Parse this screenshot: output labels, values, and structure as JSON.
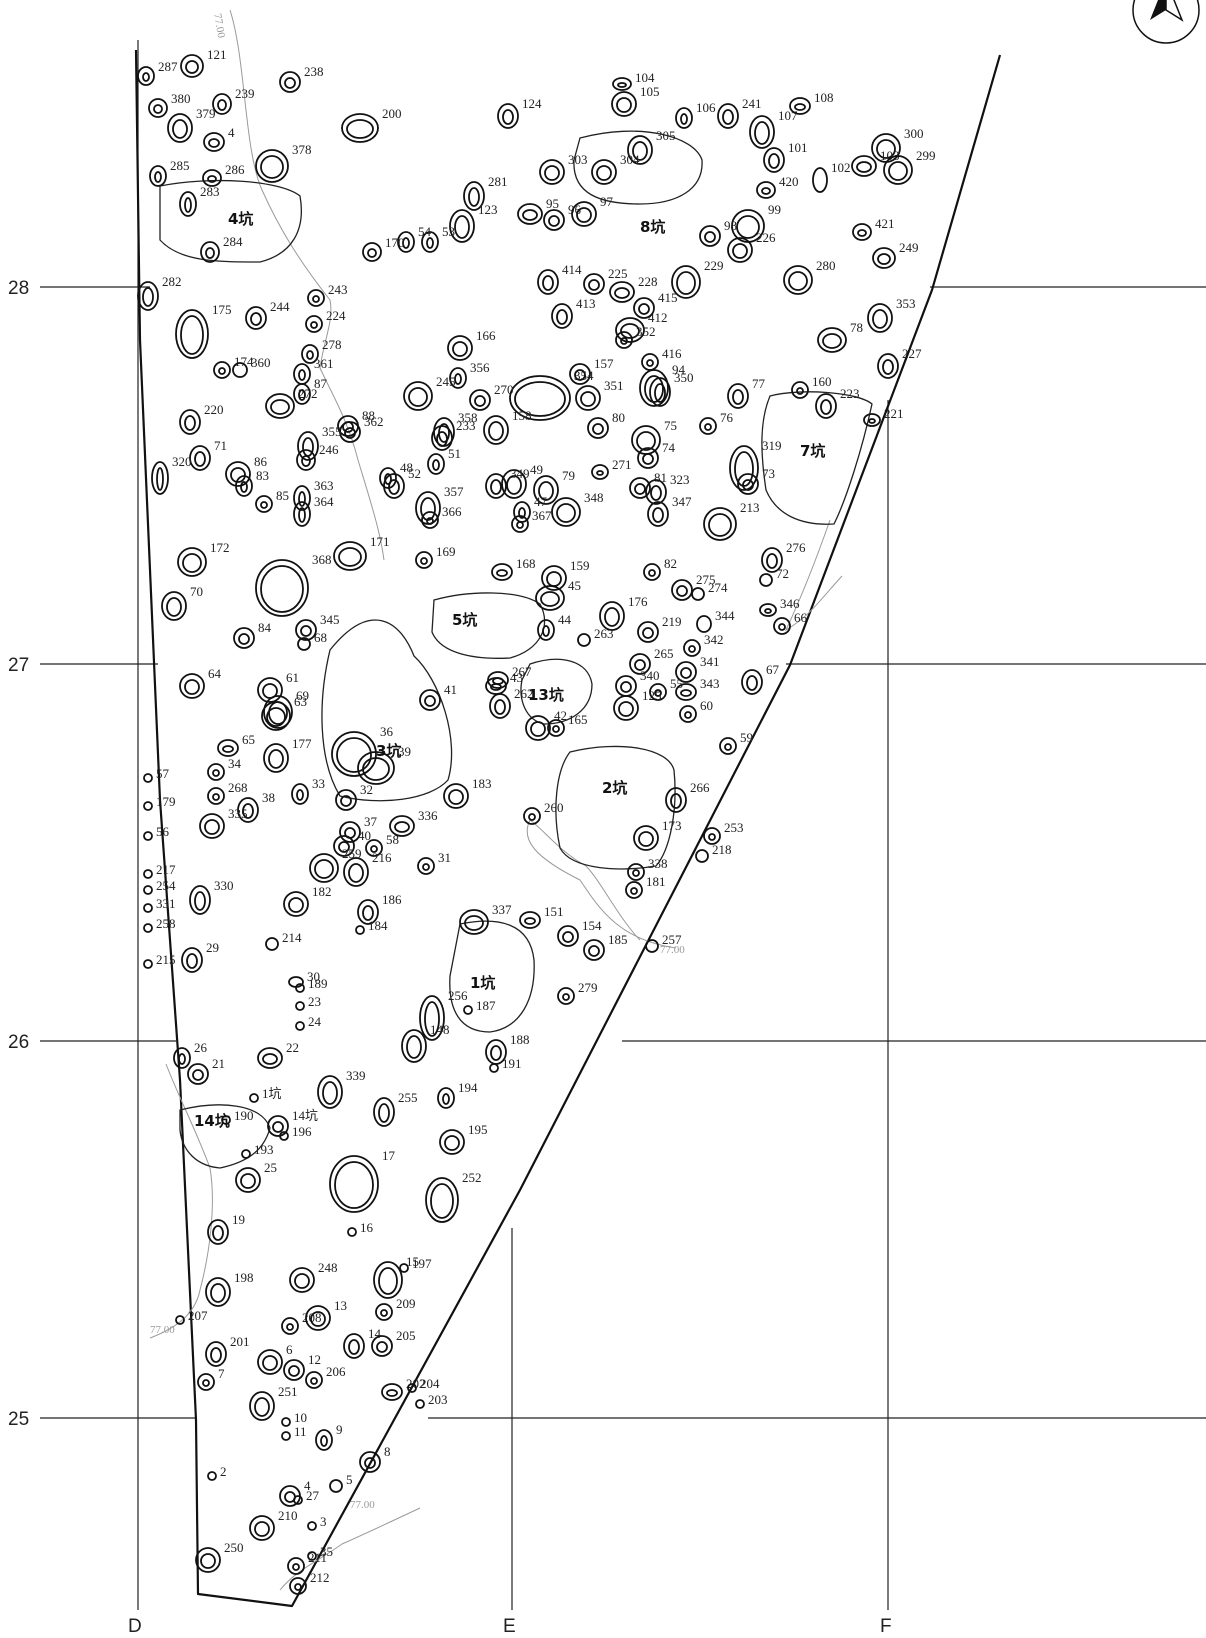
{
  "grid": {
    "columns": [
      "D",
      "E",
      "F"
    ],
    "rows": [
      "28",
      "27",
      "26",
      "25"
    ]
  },
  "contour_value": "77.00",
  "pits": [
    "1坑",
    "2坑",
    "3坑",
    "4坑",
    "5坑",
    "7坑",
    "8坑",
    "13坑",
    "14坑"
  ],
  "features": [
    "287",
    "121",
    "238",
    "380",
    "379",
    "239",
    "378",
    "200",
    "124",
    "104",
    "105",
    "106",
    "241",
    "107",
    "108",
    "300",
    "103",
    "299",
    "102",
    "101",
    "303",
    "305",
    "304",
    "285",
    "286",
    "281",
    "95",
    "96",
    "97",
    "99",
    "98",
    "420",
    "421",
    "249",
    "4",
    "283",
    "284",
    "123",
    "53",
    "54",
    "170",
    "414",
    "228",
    "229",
    "226",
    "280",
    "225",
    "413",
    "412",
    "415",
    "224",
    "243",
    "244",
    "282",
    "175",
    "174",
    "278",
    "360",
    "361",
    "166",
    "356",
    "354",
    "157",
    "351",
    "352",
    "416",
    "94",
    "77",
    "78",
    "353",
    "227",
    "223",
    "160",
    "221",
    "220",
    "272",
    "87",
    "246",
    "245",
    "362",
    "270",
    "358",
    "158",
    "80",
    "350",
    "75",
    "74",
    "76",
    "271",
    "319",
    "73",
    "71",
    "86",
    "83",
    "88",
    "233",
    "51",
    "52",
    "355",
    "49",
    "79",
    "349",
    "81",
    "323",
    "320",
    "85",
    "363",
    "364",
    "48",
    "357",
    "366",
    "367",
    "47",
    "348",
    "347",
    "213",
    "276",
    "72",
    "171",
    "172",
    "368",
    "169",
    "168",
    "159",
    "82",
    "275",
    "274",
    "346",
    "70",
    "345",
    "68",
    "84",
    "45",
    "176",
    "44",
    "263",
    "219",
    "344",
    "342",
    "66",
    "64",
    "61",
    "69",
    "41",
    "43",
    "267",
    "265",
    "340",
    "341",
    "343",
    "67",
    "60",
    "63",
    "262",
    "42",
    "165",
    "125",
    "55",
    "59",
    "65",
    "34",
    "177",
    "36",
    "39",
    "266",
    "268",
    "57",
    "179",
    "38",
    "335",
    "33",
    "32",
    "37",
    "40",
    "336",
    "183",
    "260",
    "173",
    "253",
    "56",
    "58",
    "31",
    "338",
    "181",
    "218",
    "217",
    "254",
    "331",
    "330",
    "259",
    "216",
    "182",
    "337",
    "151",
    "154",
    "257",
    "258",
    "29",
    "215",
    "214",
    "30",
    "186",
    "184",
    "185",
    "279",
    "256",
    "187",
    "189",
    "23",
    "24",
    "26",
    "21",
    "22",
    "339",
    "148",
    "188",
    "191",
    "255",
    "194",
    "190",
    "14坑",
    "196",
    "195",
    "193",
    "25",
    "17",
    "252",
    "19",
    "16",
    "248",
    "15",
    "197",
    "198",
    "209",
    "207",
    "208",
    "13",
    "14",
    "205",
    "201",
    "7",
    "6",
    "12",
    "206",
    "202",
    "204",
    "203",
    "251",
    "10",
    "11",
    "9",
    "2",
    "8",
    "4",
    "5",
    "210",
    "3",
    "250",
    "211",
    "212",
    "35",
    "27",
    "1坑"
  ]
}
